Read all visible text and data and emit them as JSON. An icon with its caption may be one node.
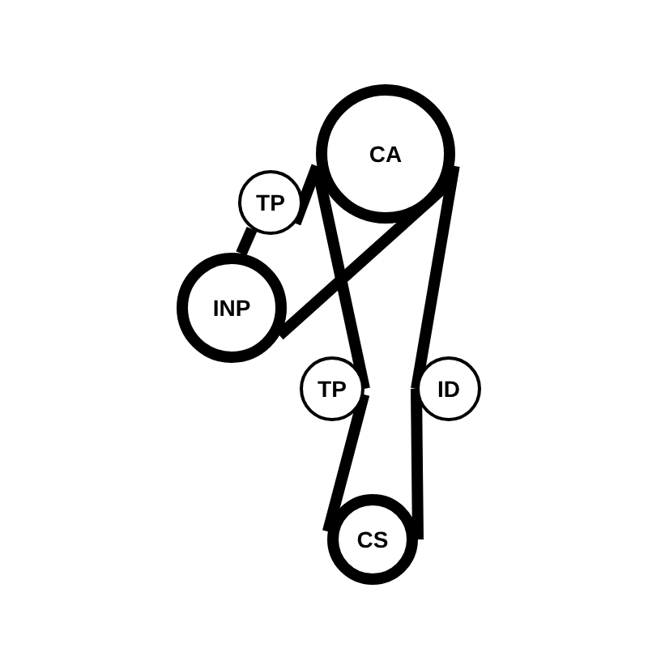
{
  "diagram": {
    "nodes": [
      {
        "text": [
          "CA"
        ]
      },
      {
        "text": [
          "TP"
        ]
      },
      {
        "text": [
          "INP"
        ]
      },
      {
        "text": [
          "TP"
        ]
      },
      {
        "text": [
          "ID"
        ]
      },
      {
        "text": [
          "CS"
        ]
      }
    ],
    "edges": [
      {
        "from": 0,
        "to": 1,
        "arrow": "none"
      },
      {
        "from": 1,
        "to": 2,
        "arrow": "none"
      },
      {
        "from": 2,
        "to": 0,
        "arrow": "none"
      },
      {
        "from": 0,
        "to": 4,
        "arrow": "none"
      },
      {
        "from": 4,
        "to": 5,
        "arrow": "none"
      },
      {
        "from": 5,
        "to": 3,
        "arrow": "none"
      },
      {
        "from": 3,
        "to": 0,
        "arrow": "none"
      }
    ]
  }
}
